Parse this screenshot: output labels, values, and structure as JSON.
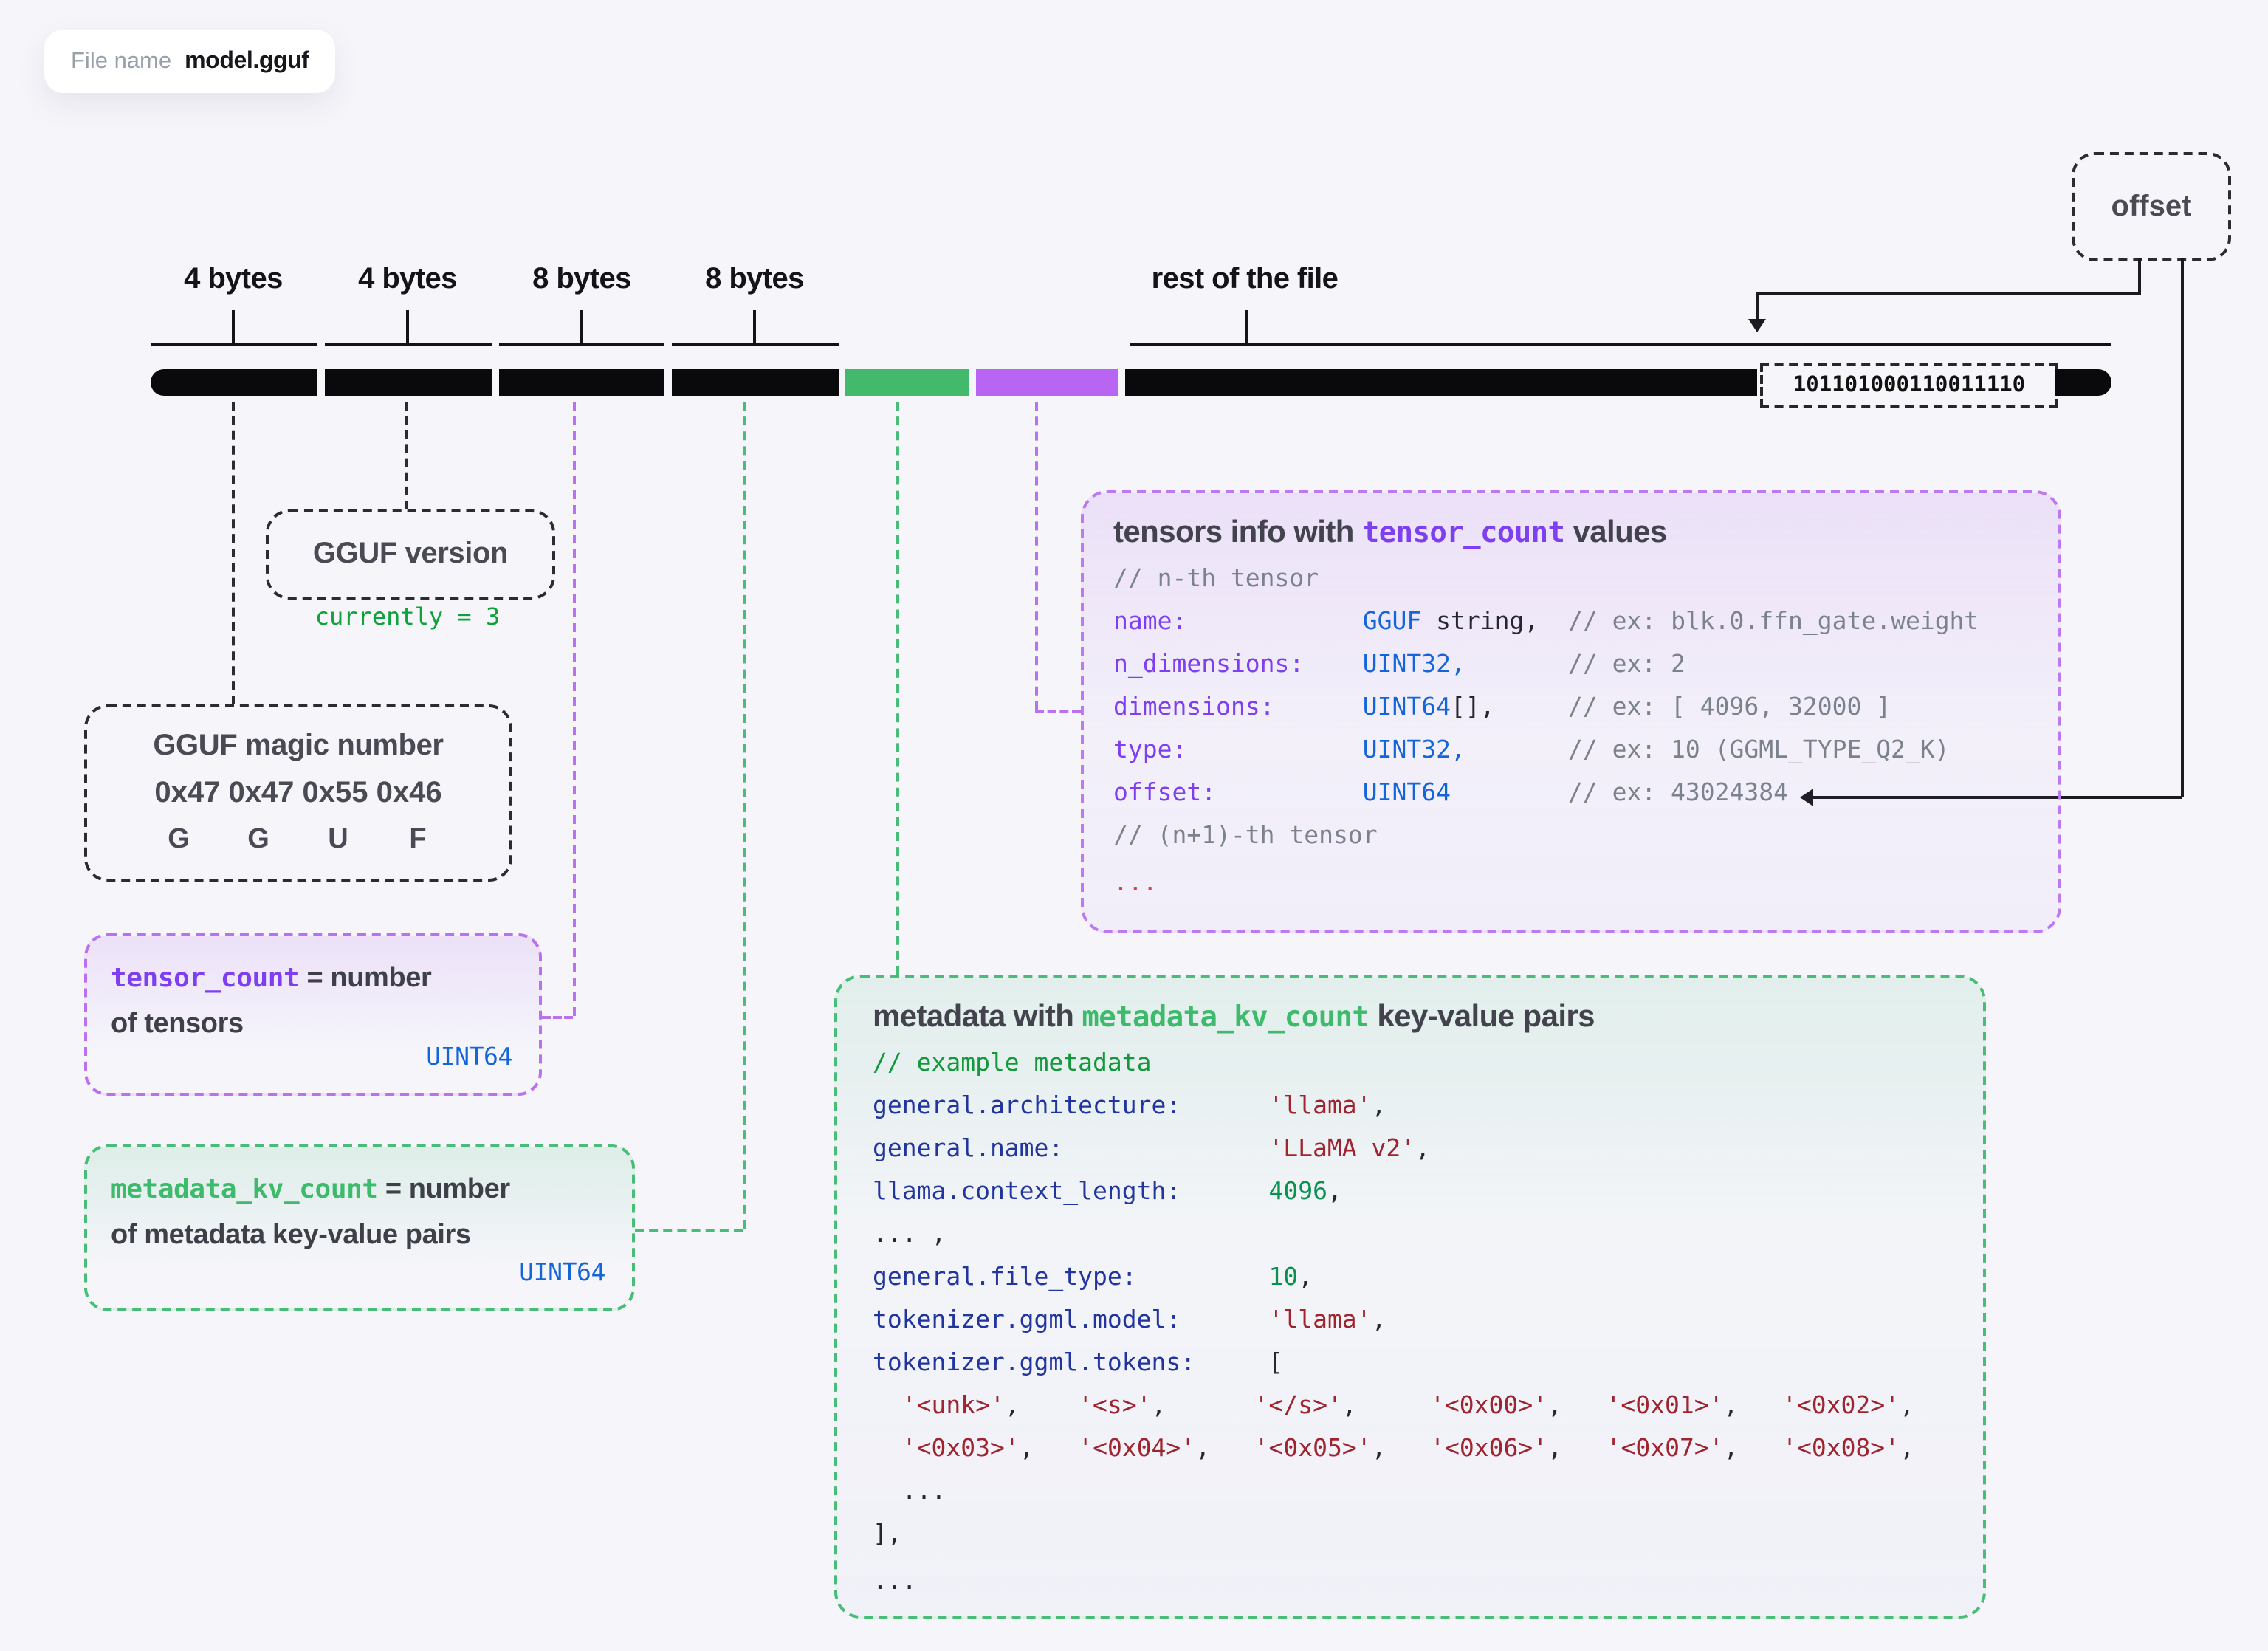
{
  "file_pill": {
    "label": "File name",
    "value": "model.gguf"
  },
  "offset_box": {
    "label": "offset"
  },
  "bar": {
    "labels": [
      "4 bytes",
      "4 bytes",
      "8 bytes",
      "8 bytes"
    ],
    "rest_label": "rest of the file",
    "binary": "101101000110011110"
  },
  "version_box": {
    "title": "GGUF version",
    "note": "currently = 3"
  },
  "magic_box": {
    "title": "GGUF magic number",
    "hex": "0x47 0x47 0x55 0x46",
    "letters": [
      "G",
      "G",
      "U",
      "F"
    ]
  },
  "tensor_count_box": {
    "name": "tensor_count",
    "eq": " = number",
    "line2": "of tensors",
    "type": "UINT64"
  },
  "metadata_kv_box": {
    "name": "metadata_kv_count",
    "eq": " = number",
    "line2": "of metadata key-value pairs",
    "type": "UINT64"
  },
  "tensors_box": {
    "title_prefix": "tensors info with ",
    "title_code": "tensor_count",
    "title_suffix": " values",
    "lines": [
      [
        [
          "c",
          "// n-th tensor"
        ]
      ],
      [
        [
          "k",
          "name:"
        ],
        [
          "d",
          "            "
        ],
        [
          "b",
          "GGUF"
        ],
        [
          "d",
          " string,"
        ],
        [
          "d",
          "  "
        ],
        [
          "c",
          "// ex: blk.0.ffn_gate.weight"
        ]
      ],
      [
        [
          "k",
          "n_dimensions:"
        ],
        [
          "d",
          "    "
        ],
        [
          "b",
          "UINT32,"
        ],
        [
          "d",
          "       "
        ],
        [
          "c",
          "// ex: 2"
        ]
      ],
      [
        [
          "k",
          "dimensions:"
        ],
        [
          "d",
          "      "
        ],
        [
          "b",
          "UINT64"
        ],
        [
          "d",
          "[],"
        ],
        [
          "d",
          "     "
        ],
        [
          "c",
          "// ex: [ 4096, 32000 ]"
        ]
      ],
      [
        [
          "k",
          "type:"
        ],
        [
          "d",
          "            "
        ],
        [
          "b",
          "UINT32,"
        ],
        [
          "d",
          "       "
        ],
        [
          "c",
          "// ex: 10 (GGML_TYPE_Q2_K)"
        ]
      ],
      [
        [
          "k",
          "offset:"
        ],
        [
          "d",
          "          "
        ],
        [
          "b",
          "UINT64"
        ],
        [
          "d",
          "        "
        ],
        [
          "c",
          "// ex: 43024384"
        ]
      ],
      [
        [
          "c",
          "// (n+1)-th tensor"
        ]
      ],
      [
        [
          "r",
          "..."
        ]
      ]
    ]
  },
  "metadata_box": {
    "title_prefix": "metadata with ",
    "title_code": "metadata_kv_count",
    "title_suffix": " key-value pairs",
    "lines": [
      [
        [
          "g",
          "// example metadata"
        ]
      ],
      [
        [
          "n",
          "general.architecture:"
        ],
        [
          "d",
          "      "
        ],
        [
          "s",
          "'llama'"
        ],
        [
          "d",
          ","
        ]
      ],
      [
        [
          "n",
          "general.name:"
        ],
        [
          "d",
          "              "
        ],
        [
          "s",
          "'LLaMA v2'"
        ],
        [
          "d",
          ","
        ]
      ],
      [
        [
          "n",
          "llama.context_length:"
        ],
        [
          "d",
          "      "
        ],
        [
          "t",
          "4096"
        ],
        [
          "d",
          ","
        ]
      ],
      [
        [
          "d",
          "... ,"
        ]
      ],
      [
        [
          "n",
          "general.file_type:"
        ],
        [
          "d",
          "         "
        ],
        [
          "t",
          "10"
        ],
        [
          "d",
          ","
        ]
      ],
      [
        [
          "n",
          "tokenizer.ggml.model:"
        ],
        [
          "d",
          "      "
        ],
        [
          "s",
          "'llama'"
        ],
        [
          "d",
          ","
        ]
      ],
      [
        [
          "n",
          "tokenizer.ggml.tokens:"
        ],
        [
          "d",
          "     "
        ],
        [
          "d",
          "["
        ]
      ],
      [
        [
          "d",
          "  "
        ],
        [
          "s",
          "'<unk>'"
        ],
        [
          "d",
          ",    "
        ],
        [
          "s",
          "'<s>'"
        ],
        [
          "d",
          ",      "
        ],
        [
          "s",
          "'</s>'"
        ],
        [
          "d",
          ",     "
        ],
        [
          "s",
          "'<0x00>'"
        ],
        [
          "d",
          ",   "
        ],
        [
          "s",
          "'<0x01>'"
        ],
        [
          "d",
          ",   "
        ],
        [
          "s",
          "'<0x02>'"
        ],
        [
          "d",
          ","
        ]
      ],
      [
        [
          "d",
          "  "
        ],
        [
          "s",
          "'<0x03>'"
        ],
        [
          "d",
          ",   "
        ],
        [
          "s",
          "'<0x04>'"
        ],
        [
          "d",
          ",   "
        ],
        [
          "s",
          "'<0x05>'"
        ],
        [
          "d",
          ",   "
        ],
        [
          "s",
          "'<0x06>'"
        ],
        [
          "d",
          ",   "
        ],
        [
          "s",
          "'<0x07>'"
        ],
        [
          "d",
          ",   "
        ],
        [
          "s",
          "'<0x08>'"
        ],
        [
          "d",
          ","
        ]
      ],
      [
        [
          "d",
          "  ..."
        ]
      ],
      [
        [
          "d",
          "],"
        ]
      ],
      [
        [
          "d",
          "..."
        ]
      ]
    ]
  },
  "colors": {
    "background": "#f5f5fa",
    "bar_black": "#0a0a0c",
    "bar_green": "#43b96c",
    "bar_purple": "#b765f2",
    "accent_purple": "#7d3ff0",
    "accent_green": "#3dba6b",
    "accent_blue": "#1565da",
    "string_red": "#a02330",
    "key_navy": "#22359f"
  }
}
